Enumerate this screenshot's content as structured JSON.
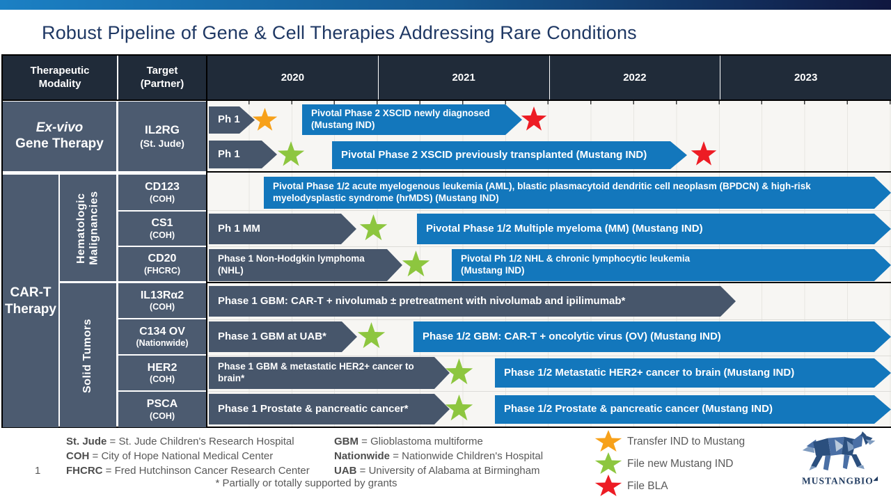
{
  "title": "Robust Pipeline of Gene & Cell Therapies Addressing Rare Conditions",
  "page_number": "1",
  "header": {
    "modality": "Therapeutic Modality",
    "target": "Target (Partner)",
    "years": [
      "2020",
      "2021",
      "2022",
      "2023"
    ]
  },
  "chart_data": {
    "type": "table",
    "title": "Robust Pipeline of Gene & Cell Therapies Addressing Rare Conditions",
    "x": [
      "2020",
      "2021",
      "2022",
      "2023"
    ],
    "layout_hints": {
      "timeline_grid": "quarterly",
      "legend_position": "bottom-right"
    },
    "rows": [
      {
        "modality": "Ex-vivo Gene Therapy",
        "target": "IL2RG",
        "partner": "St. Jude",
        "bars": [
          {
            "label": "Ph 1",
            "type": "dark-arrow",
            "start": "2020 Q1",
            "end": "2020 Q1",
            "milestone_after": "Transfer IND to Mustang"
          },
          {
            "label": "Pivotal Phase 2 XSCID newly diagnosed (Mustang IND)",
            "type": "blue-arrow",
            "start": "2020 Q3",
            "end": "2021 Q4",
            "milestone_after": "File BLA"
          },
          {
            "label": "Ph 1",
            "type": "dark-arrow",
            "start": "2020 Q1",
            "end": "2020 Q2",
            "milestone_after": "File new Mustang IND"
          },
          {
            "label": "Pivotal Phase 2 XSCID previously transplanted (Mustang IND)",
            "type": "blue-arrow",
            "start": "2020 Q4",
            "end": "2022 Q4",
            "milestone_after": "File BLA"
          }
        ]
      },
      {
        "modality": "CAR-T Therapy",
        "group": "Hematologic Malignancies",
        "target": "CD123",
        "partner": "COH",
        "bars": [
          {
            "label": "Pivotal Phase 1/2 acute myelogenous leukemia (AML), blastic plasmacytoid dendritic cell neoplasm (BPDCN) & high-risk myelodysplastic syndrome (hrMDS) (Mustang IND)",
            "type": "blue-arrow",
            "start": "2020 Q2",
            "end": "2023 Q4"
          }
        ]
      },
      {
        "modality": "CAR-T Therapy",
        "group": "Hematologic Malignancies",
        "target": "CS1",
        "partner": "COH",
        "bars": [
          {
            "label": "Ph 1 MM",
            "type": "dark-arrow",
            "start": "2020 Q1",
            "end": "2020 Q4",
            "milestone_after": "File new Mustang IND"
          },
          {
            "label": "Pivotal Phase 1/2 Multiple myeloma (MM) (Mustang IND)",
            "type": "blue-arrow",
            "start": "2021 Q2",
            "end": "2023 Q4"
          }
        ]
      },
      {
        "modality": "CAR-T Therapy",
        "group": "Hematologic Malignancies",
        "target": "CD20",
        "partner": "FHCRC",
        "bars": [
          {
            "label": "Phase 1 Non-Hodgkin lymphoma (NHL)",
            "type": "dark-arrow",
            "start": "2020 Q1",
            "end": "2021 Q1",
            "milestone_after": "File new Mustang IND"
          },
          {
            "label": "Pivotal Ph 1/2 NHL & chronic lymphocytic leukemia (Mustang IND)",
            "type": "blue-arrow",
            "start": "2021 Q2",
            "end": "2023 Q4"
          }
        ]
      },
      {
        "modality": "CAR-T Therapy",
        "group": "Solid Tumors",
        "target": "IL13Rα2",
        "partner": "COH",
        "bars": [
          {
            "label": "Phase 1 GBM:  CAR-T + nivolumab ± pretreatment with nivolumab and ipilimumab*",
            "type": "dark-arrow",
            "start": "2020 Q1",
            "end": "2023 Q1"
          }
        ]
      },
      {
        "modality": "CAR-T Therapy",
        "group": "Solid Tumors",
        "target": "C134 OV",
        "partner": "Nationwide",
        "bars": [
          {
            "label": "Phase 1 GBM at UAB*",
            "type": "dark-arrow",
            "start": "2020 Q1",
            "end": "2020 Q4",
            "milestone_after": "File new Mustang IND"
          },
          {
            "label": "Phase 1/2 GBM:  CAR-T + oncolytic virus (OV) (Mustang IND)",
            "type": "blue-arrow",
            "start": "2021 Q2",
            "end": "2023 Q4"
          }
        ]
      },
      {
        "modality": "CAR-T Therapy",
        "group": "Solid Tumors",
        "target": "HER2",
        "partner": "COH",
        "bars": [
          {
            "label": "Phase 1 GBM & metastatic HER2+ cancer to brain*",
            "type": "dark-arrow",
            "start": "2020 Q1",
            "end": "2021 Q2",
            "milestone_after": "File new Mustang IND"
          },
          {
            "label": "Phase 1/2  Metastatic HER2+ cancer to brain (Mustang IND)",
            "type": "blue-arrow",
            "start": "2021 Q4",
            "end": "2023 Q4"
          }
        ]
      },
      {
        "modality": "CAR-T Therapy",
        "group": "Solid Tumors",
        "target": "PSCA",
        "partner": "COH",
        "bars": [
          {
            "label": "Phase 1 Prostate & pancreatic cancer*",
            "type": "dark-arrow",
            "start": "2020 Q1",
            "end": "2021 Q2",
            "milestone_after": "File new Mustang IND"
          },
          {
            "label": "Phase 1/2  Prostate & pancreatic cancer (Mustang IND)",
            "type": "blue-arrow",
            "start": "2021 Q4",
            "end": "2023 Q4"
          }
        ]
      }
    ]
  },
  "exvivo": {
    "modality_line1": "Ex-vivo",
    "modality_line2": "Gene Therapy",
    "target": "IL2RG",
    "partner": "(St. Jude)",
    "row1_phase": "Ph 1",
    "row1_bar": "Pivotal Phase 2 XSCID newly diagnosed (Mustang IND)",
    "row2_phase": "Ph 1",
    "row2_bar": "Pivotal Phase 2 XSCID previously transplanted (Mustang IND)"
  },
  "cart": {
    "modality": "CAR-T Therapy",
    "group1": "Hematologic Malignancies",
    "group2": "Solid Tumors",
    "rows": [
      {
        "target": "CD123",
        "partner": "(COH)",
        "dark": "",
        "blue": "Pivotal Phase 1/2 acute myelogenous leukemia (AML), blastic plasmacytoid dendritic cell neoplasm (BPDCN) & high-risk myelodysplastic syndrome (hrMDS) (Mustang IND)"
      },
      {
        "target": "CS1",
        "partner": "(COH)",
        "dark": "Ph 1 MM",
        "blue": "Pivotal Phase 1/2 Multiple myeloma (MM) (Mustang IND)"
      },
      {
        "target": "CD20",
        "partner": "(FHCRC)",
        "dark": "Phase 1 Non-Hodgkin lymphoma (NHL)",
        "blue": "Pivotal Ph 1/2 NHL & chronic lymphocytic leukemia (Mustang IND)"
      },
      {
        "target": "IL13Rα2",
        "partner": "(COH)",
        "dark": "Phase 1 GBM:  CAR-T + nivolumab ± pretreatment with nivolumab and ipilimumab*",
        "blue": ""
      },
      {
        "target": "C134 OV",
        "partner": "(Nationwide)",
        "dark": "Phase 1 GBM at UAB*",
        "blue": "Phase 1/2 GBM:  CAR-T + oncolytic virus (OV) (Mustang IND)"
      },
      {
        "target": "HER2",
        "partner": "(COH)",
        "dark": "Phase 1 GBM & metastatic HER2+ cancer to brain*",
        "blue": "Phase 1/2  Metastatic HER2+ cancer to brain (Mustang IND)"
      },
      {
        "target": "PSCA",
        "partner": "(COH)",
        "dark": "Phase 1 Prostate & pancreatic cancer*",
        "blue": "Phase 1/2  Prostate & pancreatic cancer (Mustang IND)"
      }
    ]
  },
  "footnotes": {
    "col1": [
      {
        "term": "St. Jude",
        "def": "= St. Jude Children's Research Hospital"
      },
      {
        "term": "COH",
        "def": "= City of Hope National Medical Center"
      },
      {
        "term": "FHCRC",
        "def": "= Fred Hutchinson Cancer Research Center"
      }
    ],
    "col2": [
      {
        "term": "GBM",
        "def": "= Glioblastoma multiforme"
      },
      {
        "term": "Nationwide",
        "def": "= Nationwide Children's Hospital"
      },
      {
        "term": "UAB",
        "def": "= University of Alabama at Birmingham"
      }
    ],
    "grants_note": "* Partially or totally supported by grants"
  },
  "legend": {
    "items": [
      {
        "star": "orange-star",
        "color": "#f7a11a",
        "label": "Transfer IND to Mustang"
      },
      {
        "star": "green-star",
        "color": "#8dc63f",
        "label": "File new Mustang IND"
      },
      {
        "star": "red-star",
        "color": "#ed1c24",
        "label": "File BLA"
      }
    ]
  },
  "logo": {
    "wordmark": "MUSTANGBIO"
  },
  "colors": {
    "header_bg": "#202b39",
    "slate_cell": "#4c5b70",
    "dark_bar": "#47566b",
    "blue_bar": "#1377bc",
    "title_text": "#1f3864",
    "timeline_bg": "#f7f6f3",
    "topbar_gradient_left": "#1b80c4",
    "topbar_gradient_right": "#10173f"
  }
}
